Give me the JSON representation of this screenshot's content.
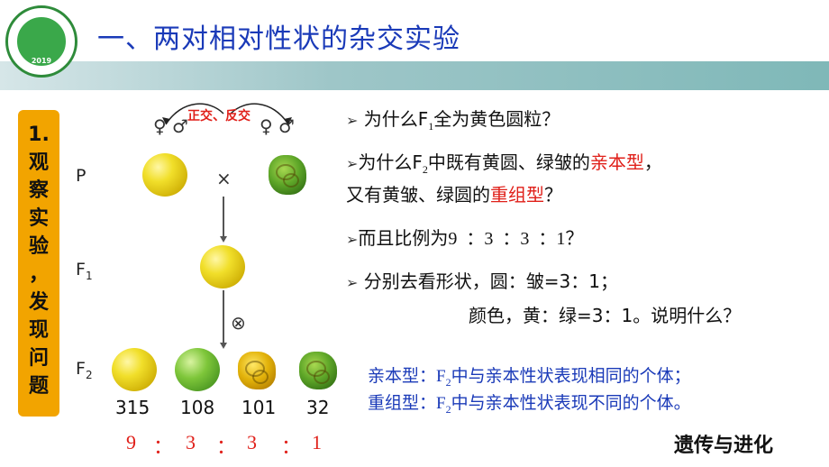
{
  "header": {
    "title": "一、两对相对性状的杂交实验",
    "logo_year": "2019"
  },
  "side_label": "1. 观察实验 ，发现问题",
  "diagram": {
    "cross_label": "正交、反交",
    "parent_symbols": [
      "♀ ♂",
      "♀ ♂"
    ],
    "cross_sign": "×",
    "self_sign": "⊗",
    "rows": {
      "P": "P",
      "F1": "F",
      "F1_sub": "1",
      "F2": "F",
      "F2_sub": "2"
    },
    "counts": [
      "315",
      "108",
      "101",
      "32"
    ],
    "ratio": [
      "9",
      "：",
      "3",
      "：",
      "3",
      "：",
      "1"
    ]
  },
  "questions": {
    "q1_pre": "为什么F",
    "q1_sub": "1",
    "q1_post": "全为黄色圆粒？",
    "q2_pre": "为什么F",
    "q2_sub": "2",
    "q2_mid": "中既有黄圆、绿皱的",
    "q2_red": "亲本型",
    "q2_post": "，",
    "q2_line2_pre": "又有黄皱、绿圆的",
    "q2_line2_red": "重组型",
    "q2_line2_post": "？",
    "q3_pre": "而且比例为",
    "q3_ratio": "9  ：3  ：3  ：1",
    "q3_post": "？",
    "q4_line1": "分别去看形状，圆：皱=3：1；",
    "q4_line2": "颜色，黄：绿=3：1。说明什么？"
  },
  "definitions": {
    "d1_term": "亲本型：",
    "d1_pre": "F",
    "d1_sub": "2",
    "d1_post": "中与亲本性状表现相同的个体；",
    "d2_term": "重组型：",
    "d2_pre": "F",
    "d2_sub": "2",
    "d2_post": "中与亲本性状表现不同的个体。"
  },
  "footer": "遗传与进化",
  "colors": {
    "title_blue": "#1a3ab8",
    "accent_red": "#e0201a",
    "side_label_orange": "#f2a400",
    "header_band": "#9ec6c8"
  }
}
